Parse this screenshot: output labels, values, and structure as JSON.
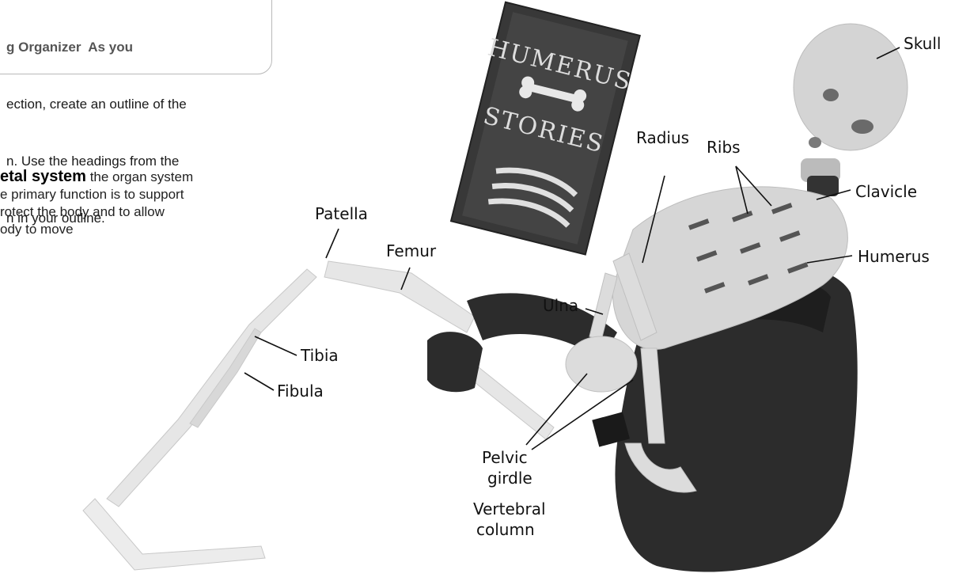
{
  "note": {
    "line0": "g Organizer  As you",
    "line1": "ection, create an outline of the",
    "line2": "n. Use the headings from the",
    "line3": "n in your outline."
  },
  "definition": {
    "term": "etal system",
    "line1": "the organ system",
    "line2": "e primary function is to support",
    "line3": "rotect the body and to allow",
    "line4": "ody to move"
  },
  "book": {
    "title": "HUMERUS STORIES"
  },
  "labels": {
    "skull": "Skull",
    "ribs": "Ribs",
    "radius": "Radius",
    "clavicle": "Clavicle",
    "patella": "Patella",
    "femur": "Femur",
    "humerus": "Humerus",
    "ulna": "Ulna",
    "tibia": "Tibia",
    "fibula": "Fibula",
    "pelvic_1": "Pelvic",
    "pelvic_2": "girdle",
    "vertebral_1": "Vertebral",
    "vertebral_2": "column"
  },
  "colors": {
    "chair": "#2c2c2c",
    "book": "#383838",
    "bone": "#d9d9d9",
    "leader": "#111111"
  }
}
